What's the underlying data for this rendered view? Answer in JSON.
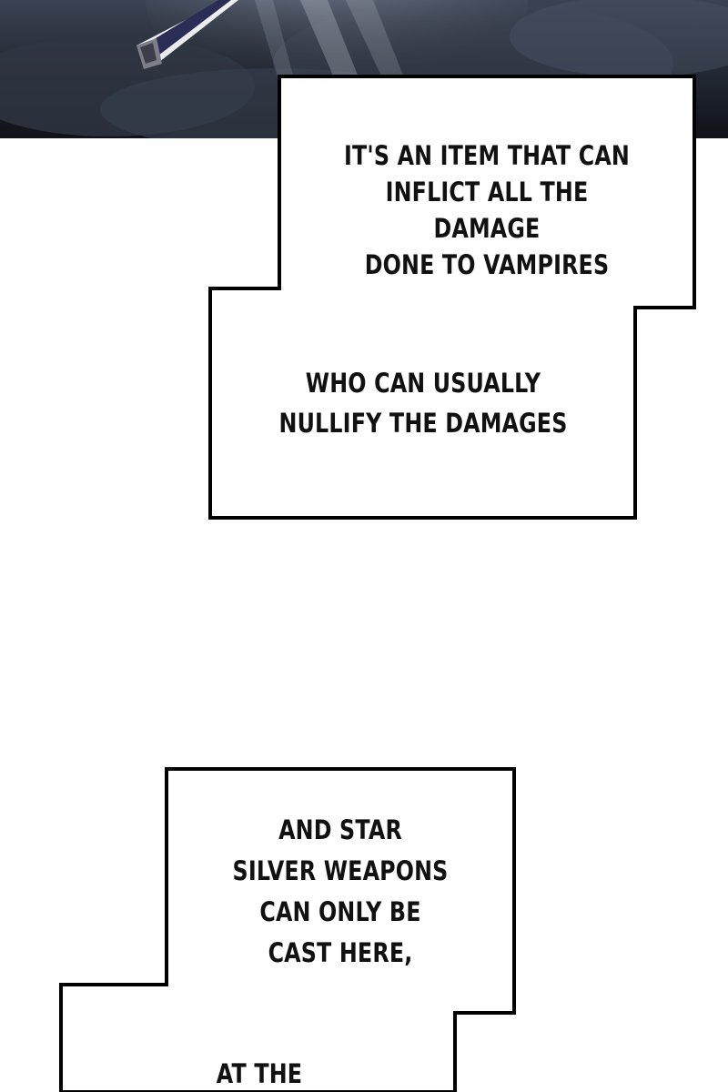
{
  "panel": {
    "captions": [
      "IT'S AN ITEM THAT CAN\nINFLICT ALL THE DAMAGE\nDONE TO VAMPIRES",
      "WHO CAN USUALLY\nNULLIFY THE DAMAGES",
      "AND STAR\nSILVER WEAPONS\nCAN ONLY BE\nCAST HERE,",
      "AT THE"
    ]
  },
  "colors": {
    "panel_art_dark": "#1c2129",
    "panel_art_mid": "#4a5566",
    "glow": "#e6ecf5",
    "blade": "#2a2d55",
    "bubble_fill": "#ffffff",
    "bubble_stroke": "#000000",
    "text": "#111111"
  }
}
